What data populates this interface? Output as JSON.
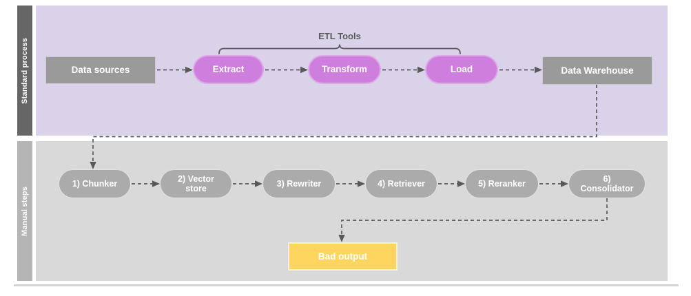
{
  "lanes": [
    {
      "label": "Standard process"
    },
    {
      "label": "Manual steps"
    }
  ],
  "top_flow": {
    "bracket_label": "ETL Tools",
    "nodes": [
      {
        "label": "Data sources"
      },
      {
        "label": "Extract"
      },
      {
        "label": "Transform"
      },
      {
        "label": "Load"
      },
      {
        "label": "Data Warehouse"
      }
    ]
  },
  "manual_flow": {
    "nodes": [
      {
        "label": "1) Chunker"
      },
      {
        "label": "2) Vector store"
      },
      {
        "label": "3) Rewriter"
      },
      {
        "label": "4) Retriever"
      },
      {
        "label": "5) Reranker"
      },
      {
        "label": "6) Consolidator"
      }
    ],
    "result": {
      "label": "Bad output"
    }
  },
  "colors": {
    "standard_lane_bar": "#666666",
    "standard_panel": "#d9d2e9",
    "manual_lane_bar": "#b5b5b5",
    "manual_panel": "#d9d9d9",
    "gray_node": "#9a9a9a",
    "gray_pill": "#ababab",
    "purple_node": "#ce7edc",
    "yellow_node": "#fdd55f",
    "connector": "#595959",
    "node_text": "#ffffff",
    "bracket_text": "#595959"
  }
}
